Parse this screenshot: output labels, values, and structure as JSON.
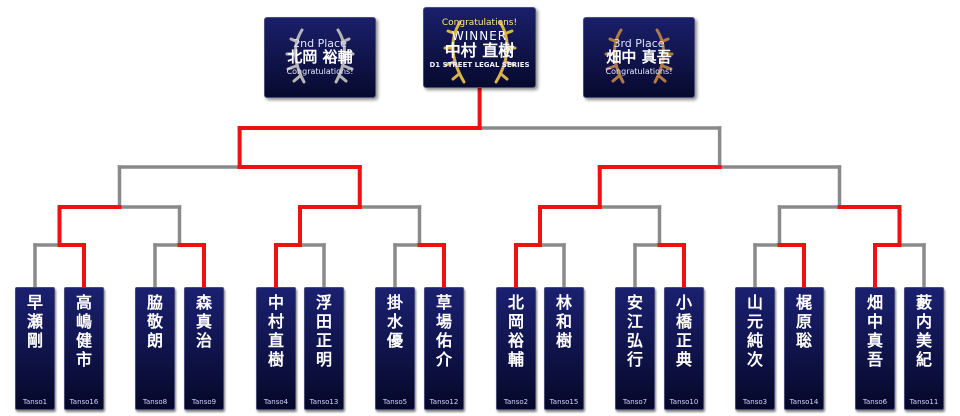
{
  "awards": {
    "second": {
      "place": "2nd Place",
      "name": "北岡 裕輔",
      "congrats": "Congratulations!"
    },
    "winner": {
      "congrats": "Congratulations!",
      "title": "WINNER",
      "name": "中村 直樹",
      "series": "D1 STREET LEGAL SERIES"
    },
    "third": {
      "place": "3rd Place",
      "name": "畑中 真吾",
      "congrats": "Congratulations!"
    }
  },
  "entrants": [
    {
      "name": "早瀬 剛",
      "tag": "Tanso1"
    },
    {
      "name": "高嶋 健市",
      "tag": "Tanso16"
    },
    {
      "name": "脇 敬朗",
      "tag": "Tanso8"
    },
    {
      "name": "森 真治",
      "tag": "Tanso9"
    },
    {
      "name": "中村 直樹",
      "tag": "Tanso4"
    },
    {
      "name": "浮田 正明",
      "tag": "Tanso13"
    },
    {
      "name": "掛水 優",
      "tag": "Tanso5"
    },
    {
      "name": "草場 佑介",
      "tag": "Tanso12"
    },
    {
      "name": "北岡 裕輔",
      "tag": "Tanso2"
    },
    {
      "name": "林 和樹",
      "tag": "Tanso15"
    },
    {
      "name": "安江 弘行",
      "tag": "Tanso7"
    },
    {
      "name": "小橋 正典",
      "tag": "Tanso10"
    },
    {
      "name": "山元 純次",
      "tag": "Tanso3"
    },
    {
      "name": "梶原 聡",
      "tag": "Tanso14"
    },
    {
      "name": "畑中 真吾",
      "tag": "Tanso6"
    },
    {
      "name": "藪内 美紀",
      "tag": "Tanso11"
    }
  ],
  "results": {
    "round1_winners": [
      1,
      3,
      4,
      7,
      8,
      11,
      13,
      14
    ],
    "round2_winners": [
      1,
      4,
      8,
      14
    ],
    "round3_winners": [
      4,
      8
    ],
    "champion": 4
  },
  "colors": {
    "win_line": "#ee1111",
    "lose_line": "#8a8a8a",
    "card_bg": "#0b1040",
    "gold": "#d8b24a",
    "silver": "#b5b5b5",
    "bronze": "#b07a45"
  }
}
